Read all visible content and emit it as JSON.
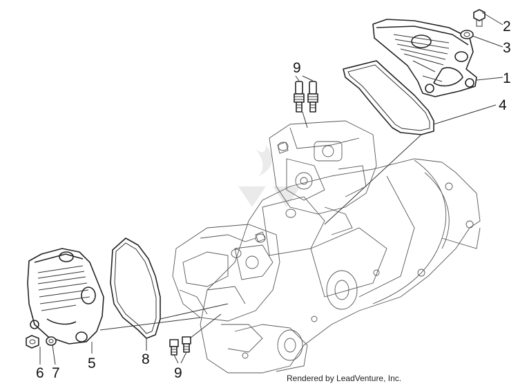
{
  "diagram": {
    "callouts": [
      {
        "id": "c1",
        "text": "1"
      },
      {
        "id": "c2",
        "text": "2"
      },
      {
        "id": "c3",
        "text": "3"
      },
      {
        "id": "c4",
        "text": "4"
      },
      {
        "id": "c5",
        "text": "5"
      },
      {
        "id": "c6",
        "text": "6"
      },
      {
        "id": "c7",
        "text": "7"
      },
      {
        "id": "c8",
        "text": "8"
      },
      {
        "id": "c9a",
        "text": "9"
      },
      {
        "id": "c9b",
        "text": "9"
      }
    ],
    "credit": "Rendered by LeadVenture, Inc."
  },
  "colors": {
    "line": "#222222",
    "background": "#ffffff"
  }
}
